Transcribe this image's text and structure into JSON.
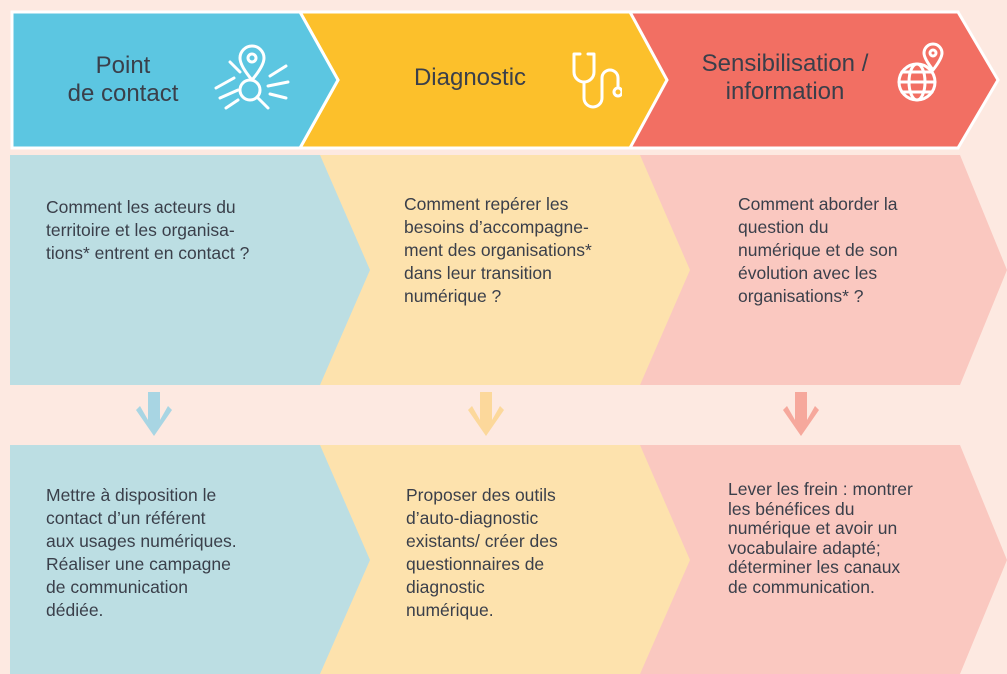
{
  "colors": {
    "background": "#fde9e1",
    "blue_header": "#5cc6e1",
    "yellow_header": "#fcc02b",
    "red_header": "#f26f63",
    "blue_panel": "#bcdee3",
    "yellow_panel": "#fde2ad",
    "red_panel": "#fac8c0",
    "blue_arrow": "#a8d5e3",
    "yellow_arrow": "#fcd89b",
    "red_arrow": "#f6a89c",
    "text": "#3a3f4a"
  },
  "columns": [
    {
      "title_line1": "Point",
      "title_line2": "de contact",
      "icon": "map-pin-search-icon",
      "question": [
        "Comment les acteurs du",
        "territoire et les organisa-",
        "tions* entrent en contact ?"
      ],
      "action": [
        "Mettre à disposition le",
        "contact d’un référent",
        "aux usages numériques.",
        "Réaliser une campagne",
        "de communication",
        "dédiée."
      ]
    },
    {
      "title": "Diagnostic",
      "icon": "stethoscope-icon",
      "question": [
        "Comment repérer les",
        "besoins d’accompagne-",
        "ment des organisations*",
        "dans leur transition",
        "numérique ?"
      ],
      "action": [
        "Proposer des outils",
        "d’auto-diagnostic",
        "existants/ créer des",
        "questionnaires de",
        "diagnostic",
        "numérique."
      ]
    },
    {
      "title_line1": "Sensibilisation /",
      "title_line2": "information",
      "icon": "globe-pin-icon",
      "question": [
        "Comment aborder la",
        "question du",
        "numérique et de son",
        "évolution avec les",
        "organisations* ?"
      ],
      "action": [
        "Lever les frein : montrer",
        "les bénéfices du",
        "numérique et avoir un",
        "vocabulaire adapté;",
        "déterminer les canaux",
        "de communication."
      ]
    }
  ]
}
